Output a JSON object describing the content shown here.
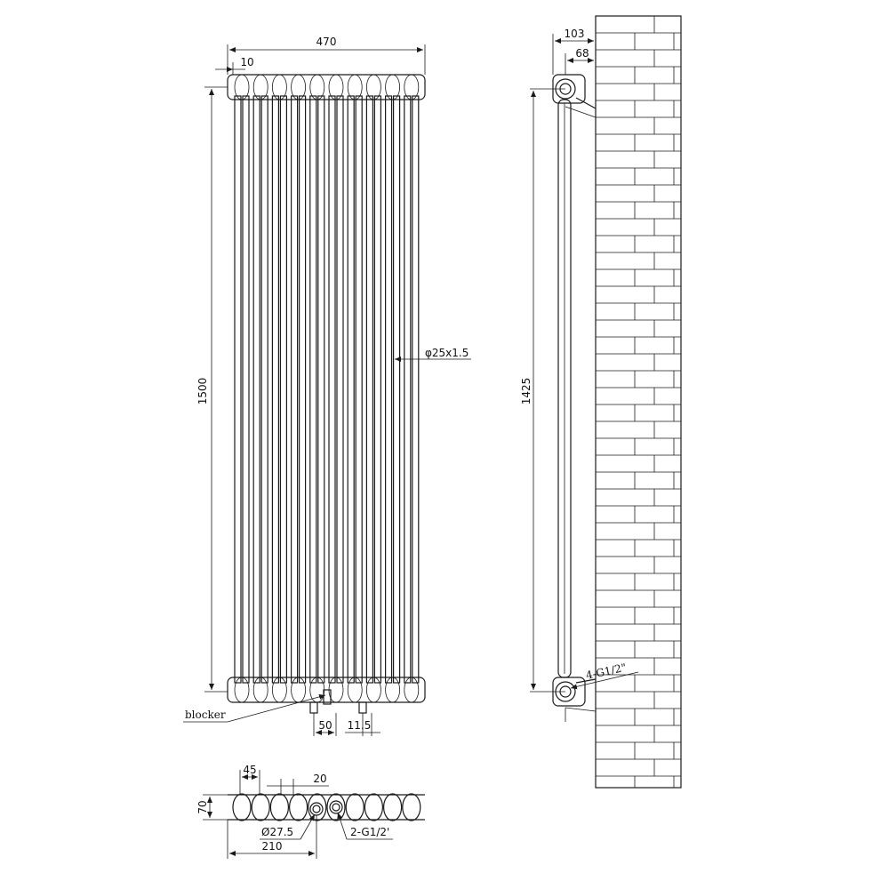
{
  "front_view": {
    "dim_width": "470",
    "dim_spacing": "10",
    "dim_height": "1500",
    "dim_tube": "φ25x1.5",
    "blocker_label": "blocker",
    "dim_pipe_spacing": "50",
    "dim_offset": "11.5"
  },
  "side_view": {
    "dim_depth_total": "103",
    "dim_depth_pipe": "68",
    "dim_centers": "1425",
    "thread_label": "4-G1/2\""
  },
  "bottom_view": {
    "dim_column_pitch": "45",
    "dim_gap": "20",
    "dim_depth": "70",
    "dim_hole": "Ø27.5",
    "dim_connection": "2-G1/2'",
    "dim_offset": "210"
  },
  "colors": {
    "line": "#1a1a1a",
    "background": "#ffffff"
  }
}
